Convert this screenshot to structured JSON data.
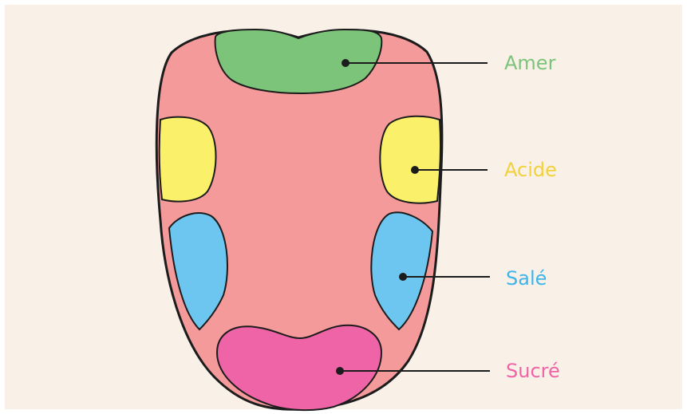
{
  "diagram": {
    "background": "#f9f0e8",
    "outline_color": "#1c1c1c",
    "tongue_color": "#f49a9a",
    "regions": [
      {
        "id": "amer",
        "label": "Amer",
        "color": "#7cc47a"
      },
      {
        "id": "acide",
        "label": "Acide",
        "color": "#fbf06a"
      },
      {
        "id": "sale",
        "label": "Salé",
        "color": "#6cc6f0"
      },
      {
        "id": "sucre",
        "label": "Sucré",
        "color": "#ef64a6"
      }
    ]
  }
}
